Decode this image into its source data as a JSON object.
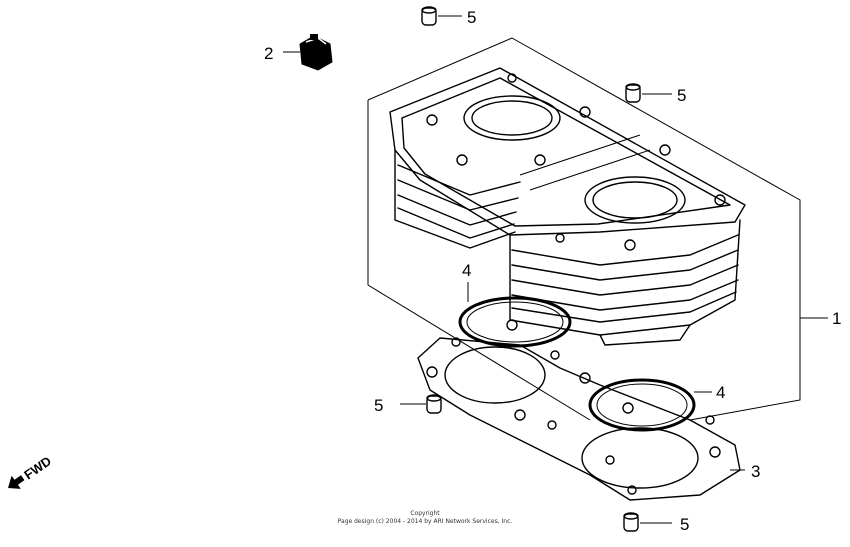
{
  "callouts": {
    "c1": "1",
    "c2": "2",
    "c3": "3",
    "c4a": "4",
    "c4b": "4",
    "c5a": "5",
    "c5b": "5",
    "c5c": "5",
    "c5d": "5"
  },
  "direction": {
    "label": "FWD",
    "icon": "arrow-icon"
  },
  "copyright": {
    "line1": "Copyright",
    "line2": "Page design (c) 2004 - 2014 by ARI Network Services, Inc."
  },
  "colors": {
    "ink": "#000000",
    "paper": "#ffffff"
  }
}
